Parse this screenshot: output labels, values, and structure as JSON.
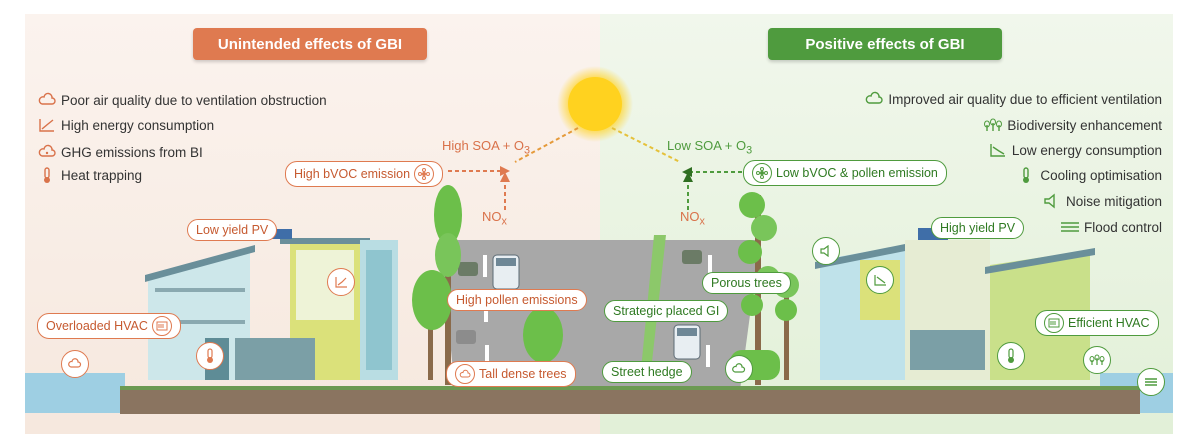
{
  "headers": {
    "negative": "Unintended effects of GBI",
    "positive": "Positive effects of GBI"
  },
  "legend_left": [
    {
      "label": "Poor air quality due to ventilation obstruction",
      "icon": "cloud-icon"
    },
    {
      "label": "High energy consumption",
      "icon": "rising-chart-icon"
    },
    {
      "label": "GHG emissions from BI",
      "icon": "ghg-cloud-icon"
    },
    {
      "label": "Heat trapping",
      "icon": "thermometer-icon"
    }
  ],
  "legend_right": [
    {
      "label": "Improved air quality due to efficient ventilation",
      "icon": "cloud-icon"
    },
    {
      "label": "Biodiversity enhancement",
      "icon": "plants-icon"
    },
    {
      "label": "Low energy consumption",
      "icon": "falling-chart-icon"
    },
    {
      "label": "Cooling optimisation",
      "icon": "thermometer-icon"
    },
    {
      "label": "Noise mitigation",
      "icon": "speaker-icon"
    },
    {
      "label": "Flood control",
      "icon": "waves-icon"
    }
  ],
  "chem": {
    "high_soa": "High SOA + O",
    "low_soa": "Low SOA + O",
    "o3_sub": "3",
    "nox": "NO",
    "nox_sub": "x"
  },
  "pills_negative": {
    "high_bvoc": "High bVOC emission",
    "low_yield_pv": "Low yield PV",
    "overloaded_hvac": "Overloaded HVAC",
    "high_pollen": "High pollen emissions",
    "tall_dense_trees": "Tall dense trees"
  },
  "pills_positive": {
    "low_bvoc": "Low bVOC & pollen emission",
    "high_yield_pv": "High yield PV",
    "porous_trees": "Porous trees",
    "strategic_gi": "Strategic placed GI",
    "efficient_hvac": "Efficient HVAC",
    "street_hedge": "Street hedge"
  },
  "colors": {
    "negative": "#df7a50",
    "positive": "#4f9b3e",
    "sun": "#ffd21f",
    "ground": "#8a7460",
    "road": "#9a9a9a",
    "water": "#9ecfe3"
  }
}
